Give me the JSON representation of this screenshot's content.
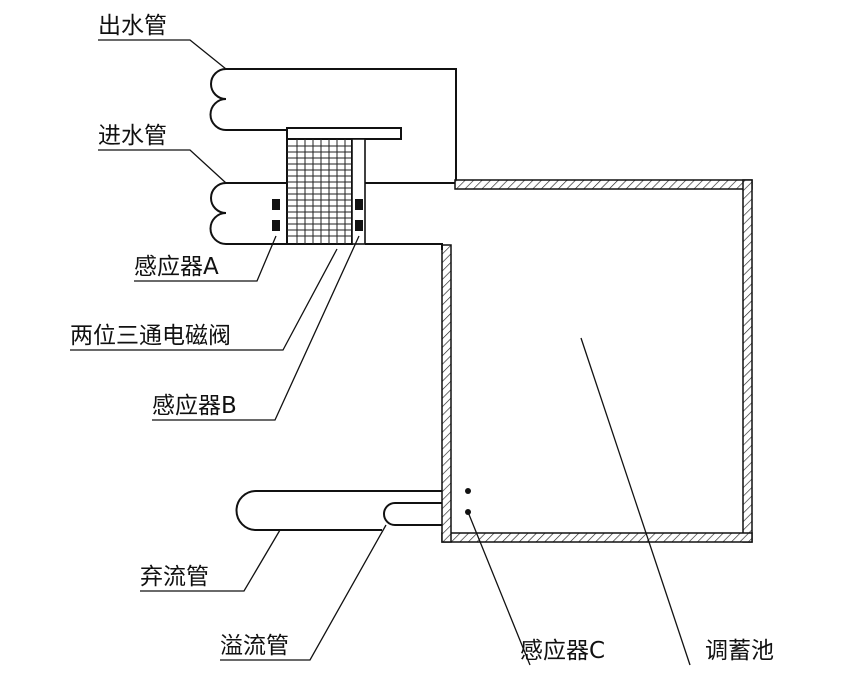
{
  "labels": {
    "outlet_pipe": "出水管",
    "inlet_pipe": "进水管",
    "sensor_a": "感应器A",
    "valve": "两位三通电磁阀",
    "sensor_b": "感应器B",
    "discard_pipe": "弃流管",
    "overflow_pipe": "溢流管",
    "sensor_c": "感应器C",
    "tank": "调蓄池"
  }
}
